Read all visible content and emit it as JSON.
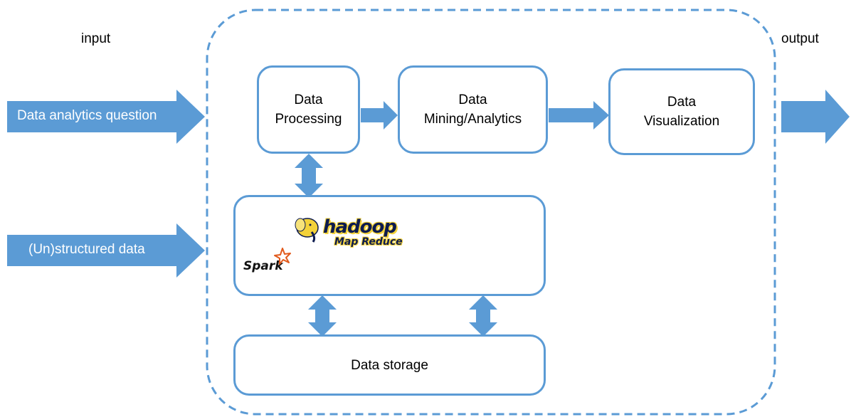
{
  "labels": {
    "input": "input",
    "output": "output"
  },
  "inputs": {
    "question": "Data analytics question",
    "data": "(Un)structured data"
  },
  "processes": {
    "processing": [
      "Data",
      "Processing"
    ],
    "mining": [
      "Data",
      "Mining/Analytics"
    ],
    "visualization": [
      "Data",
      "Visualization"
    ]
  },
  "framework": {
    "hadoop_name": "hadoop",
    "hadoop_sub": "Map Reduce",
    "spark_name": "Spark"
  },
  "storage": {
    "label": "Data storage"
  },
  "colors": {
    "accent": "#5b9bd5",
    "arrow_fill": "#5b9bd5",
    "hadoop_yellow": "#f3d23a",
    "hadoop_navy": "#0d1b4f"
  }
}
